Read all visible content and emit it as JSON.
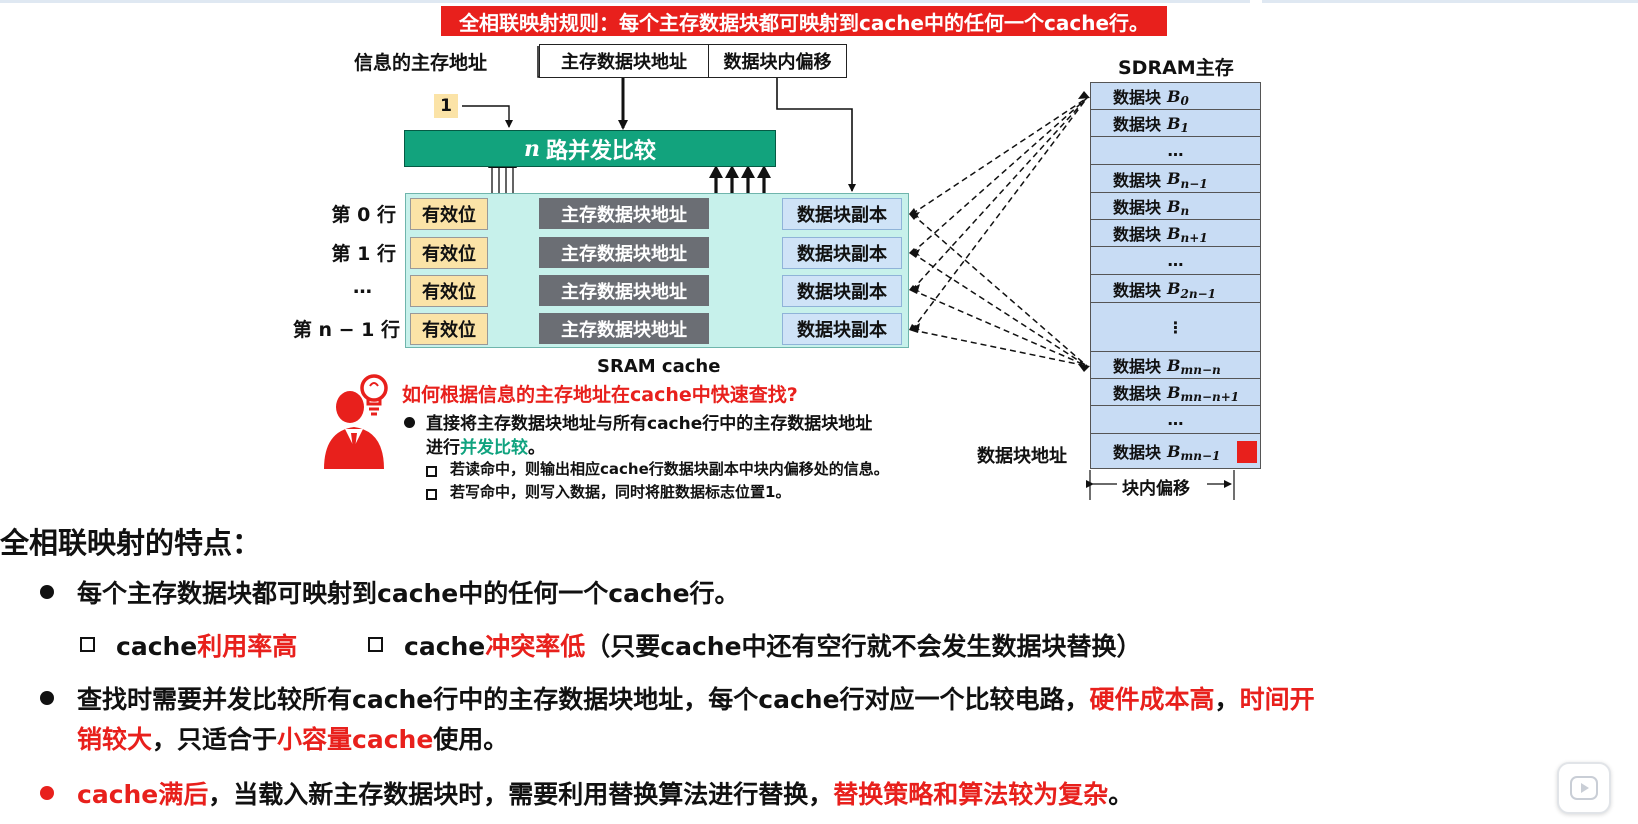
{
  "banner": "全相联映射规则：每个主存数据块都可映射到cache中的任何一个cache行。",
  "diagram": {
    "main_addr_label": "信息的主存地址",
    "addr_block_field": "主存数据块地址",
    "addr_offset_field": "数据块内偏移",
    "one_badge": "1",
    "compare_n": "n",
    "compare_label": "路并发比较",
    "rows": [
      {
        "label": "第 0 行",
        "valid": "有效位",
        "addr": "主存数据块地址",
        "copy": "数据块副本"
      },
      {
        "label": "第 1 行",
        "valid": "有效位",
        "addr": "主存数据块地址",
        "copy": "数据块副本"
      },
      {
        "label": "…",
        "valid": "有效位",
        "addr": "主存数据块地址",
        "copy": "数据块副本"
      },
      {
        "label": "第 n − 1 行",
        "valid": "有效位",
        "addr": "主存数据块地址",
        "copy": "数据块副本"
      }
    ],
    "sram_label": "SRAM  cache",
    "sdram_title": "SDRAM主存",
    "mem_prefix": "数据块",
    "mem_B": "B",
    "mem_subs": {
      "b0": "0",
      "b1": "1",
      "bn1": "n−1",
      "bn": "n",
      "bnp1": "n+1",
      "b2n1": "2n−1",
      "bmnn": "mn−n",
      "bmnn1": "mn−n+1",
      "bmn1": "mn−1"
    },
    "ellipsis": "…",
    "vdots": "⋮",
    "block_addr_label": "数据块地址",
    "block_offset_label": "块内偏移"
  },
  "explain": {
    "question": "如何根据信息的主存地址在cache中快速查找?",
    "bullet_a": "直接将主存数据块地址与所有cache行中的主存数据块地址",
    "bullet_b_prefix": "进行",
    "bullet_b_green": "并发比较",
    "bullet_b_suffix": "。",
    "sub1": "若读命中，则输出相应cache行数据块副本中块内偏移处的信息。",
    "sub2": "若写命中，则写入数据，同时将脏数据标志位置1。"
  },
  "features": {
    "heading": "全相联映射的特点：",
    "item1": "每个主存数据块都可映射到cache中的任何一个cache行。",
    "sub_a_prefix": "cache",
    "sub_a_red": "利用率高",
    "sub_b_prefix": "cache",
    "sub_b_red": "冲突率低",
    "sub_b_suffix": "（只要cache中还有空行就不会发生数据块替换）",
    "item2_l1_a": "查找时需要并发比较所有cache行中的主存数据块地址，每个cache行对应一个比较电路，",
    "item2_l1_red1": "硬件成本高",
    "item2_l1_b": "，",
    "item2_l1_red2": "时间开",
    "item2_l2_red": "销较大",
    "item2_l2_a": "，只适合于",
    "item2_l2_red2": "小容量cache",
    "item2_l2_b": "使用。",
    "item3_red1": "cache满后",
    "item3_a": "，当载入新主存数据块时，需要利用替换算法进行替换，",
    "item3_red2": "替换策略和算法较为复杂",
    "item3_b": "。"
  },
  "colors": {
    "banner_red": "#e8201c",
    "compare_green": "#12a37d",
    "sram_bg": "#c7f1eb",
    "valid_bg": "#fbe3a7",
    "addr_bg": "#6b6e74",
    "copy_bg": "#cfe3f7",
    "mem_bg": "#c8dcf4"
  },
  "icons": [
    "lightbulb-icon",
    "person-icon",
    "play-icon"
  ]
}
